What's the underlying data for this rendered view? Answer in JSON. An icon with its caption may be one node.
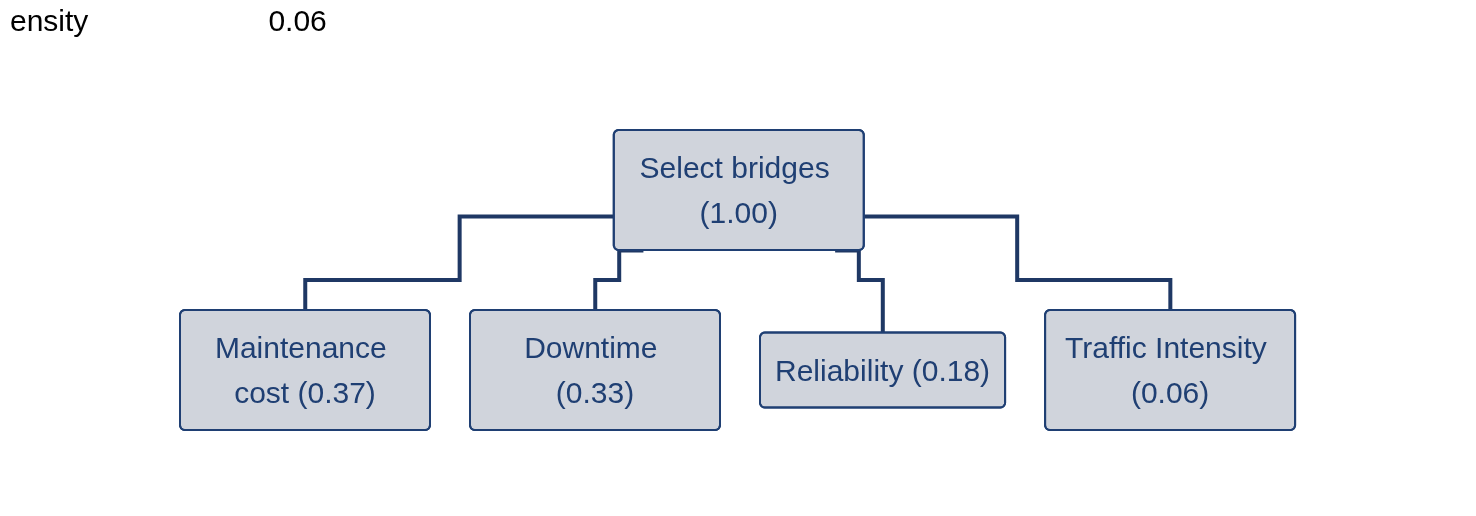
{
  "diagram": {
    "nodes": [
      {
        "text": [
          "Select bridges (1.00)"
        ]
      },
      {
        "text": [
          "Maintenance cost (0.37)"
        ]
      },
      {
        "text": [
          "Downtime (0.33)"
        ]
      },
      {
        "text": [
          "Reliability (0.18)"
        ]
      },
      {
        "text": [
          "Traffic Intensity (0.06)"
        ]
      }
    ],
    "edges": [
      {
        "from": 0,
        "to": 1,
        "arrow": "none"
      },
      {
        "from": 0,
        "to": 2,
        "arrow": "none"
      },
      {
        "from": 0,
        "to": 3,
        "arrow": "none"
      },
      {
        "from": 0,
        "to": 4,
        "arrow": "none"
      }
    ],
    "labels": [
      "ensity",
      "0.06"
    ]
  }
}
